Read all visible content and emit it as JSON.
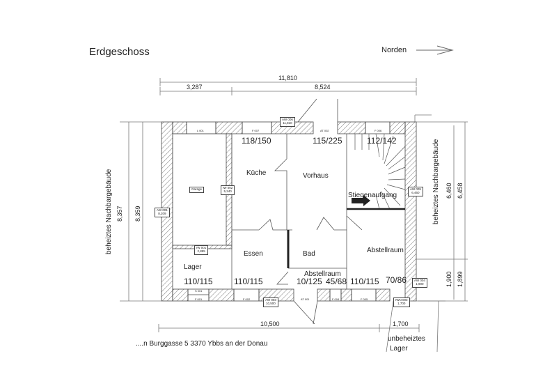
{
  "header": {
    "title": "Erdgeschoss",
    "north_label": "Norden"
  },
  "dimensions": {
    "top_total": "11,810",
    "top_left": "3,287",
    "top_right": "8,524",
    "bottom_main": "10,500",
    "bottom_right": "1,700",
    "left_outer": "8,357",
    "left_inner": "8,359",
    "right_upper_a": "6,460",
    "right_upper_b": "6,458",
    "right_lower_a": "1,900",
    "right_lower_b": "1,899"
  },
  "labels": {
    "left_neighbor": "beheiztes Nachbargebäude",
    "right_neighbor": "beheiztes Nachbargebäude",
    "unheated_storage_1": "unbeheiztes",
    "unheated_storage_2": "Lager",
    "address": "....n  Burggasse 5   3370 Ybbs an der Donau"
  },
  "rooms": {
    "garage": "Garage",
    "kueche": "Küche",
    "vorhaus": "Vorhaus",
    "stiege": "Stiegenaufgang",
    "lager": "Lager",
    "essen": "Essen",
    "bad": "Bad",
    "abstellraum_small": "Abstellraum",
    "abstellraum": "Abstellraum"
  },
  "openings": {
    "o1": "118/150",
    "o2": "115/225",
    "o3": "112/142",
    "o4": "110/115",
    "o5": "110/115",
    "o6": "10/125",
    "o7": "45/68",
    "o8": "110/115",
    "o9": "70/86"
  },
  "tags": {
    "aw006": [
      "AW 006",
      "11,810"
    ],
    "iw002": [
      "IW 002",
      "5,240"
    ],
    "aw001": [
      "AW 001",
      "8,209"
    ],
    "iw001": [
      "IW 001",
      "2,895"
    ],
    "aw005": [
      "AW 005",
      "6,460"
    ],
    "aw004": [
      "AW 004",
      "1,900"
    ],
    "aw003": [
      "AW 003",
      "10,500"
    ],
    "iwn003": [
      "IWN 003",
      "1,700"
    ]
  },
  "small": {
    "l001": "L 001",
    "f007": "F 007",
    "at002": "AT 002",
    "f006": "F 006",
    "s001": "S 001",
    "f001": "F 001",
    "f002": "F 002",
    "at001": "AT 001",
    "f004": "F 004",
    "f005": "F 005"
  }
}
